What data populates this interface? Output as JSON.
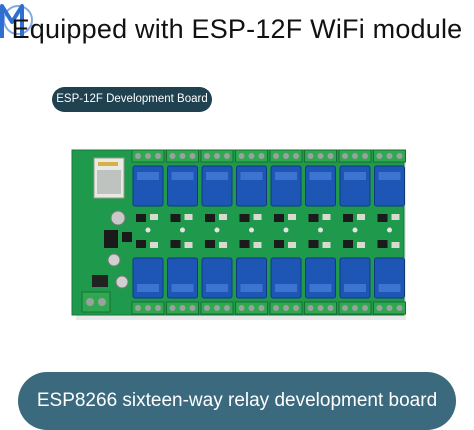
{
  "header": {
    "title": "Equipped with ESP-12F WiFi module"
  },
  "badge": {
    "label": "ESP-12F Development Board"
  },
  "caption": {
    "label": "ESP8266 sixteen-way relay development board"
  },
  "board": {
    "relay_count": 16,
    "relay_color": "#1e56b6",
    "pcb_color": "#1f9a4d",
    "terminal_color": "#2fa84f"
  },
  "colors": {
    "badge_bg": "#1f4150",
    "caption_bg": "#3b6a7f",
    "logo": "#2e6fd1"
  }
}
